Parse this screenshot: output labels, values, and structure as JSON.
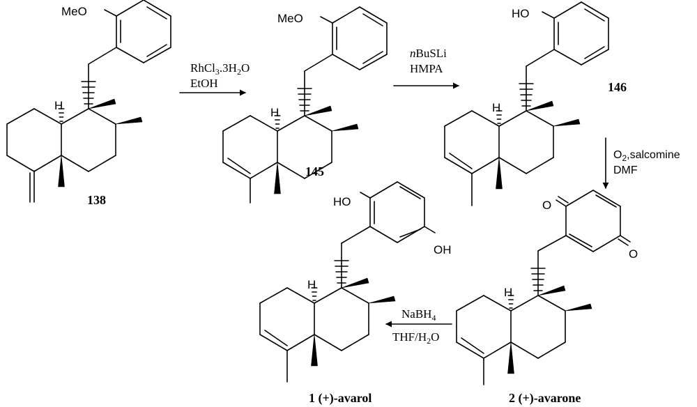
{
  "compounds": {
    "c138": {
      "label": "138",
      "atoms": {
        "methoxy": "MeO",
        "h": "H"
      }
    },
    "c145": {
      "label": "145",
      "atoms": {
        "methoxy": "MeO",
        "h": "H"
      }
    },
    "c146": {
      "label": "146",
      "atoms": {
        "hydroxy": "HO",
        "h": "H"
      }
    },
    "avarone": {
      "label": "2 (+)-avarone",
      "atoms": {
        "oxo1": "O",
        "oxo2": "O",
        "h": "H"
      }
    },
    "avarol": {
      "label": "1 (+)-avarol",
      "atoms": {
        "hydroxy1": "HO",
        "hydroxy2": "OH",
        "h": "H"
      }
    }
  },
  "steps": {
    "step1": {
      "line1_main": "RhCl",
      "line1_sub1": "3",
      "line1_mid": ".3H",
      "line1_sub2": "2",
      "line1_end": "O",
      "line2": "EtOH"
    },
    "step2": {
      "line1_italic": "n",
      "line1_main": "BuSLi",
      "line2": "HMPA"
    },
    "step3": {
      "line1_main": "O",
      "line1_sub": "2",
      "line1_end": ",salcomine",
      "line2": "DMF"
    },
    "step4": {
      "line1_main": "NaBH",
      "line1_sub": "4",
      "line2_main": "THF/H",
      "line2_sub": "2",
      "line2_end": "O"
    }
  }
}
